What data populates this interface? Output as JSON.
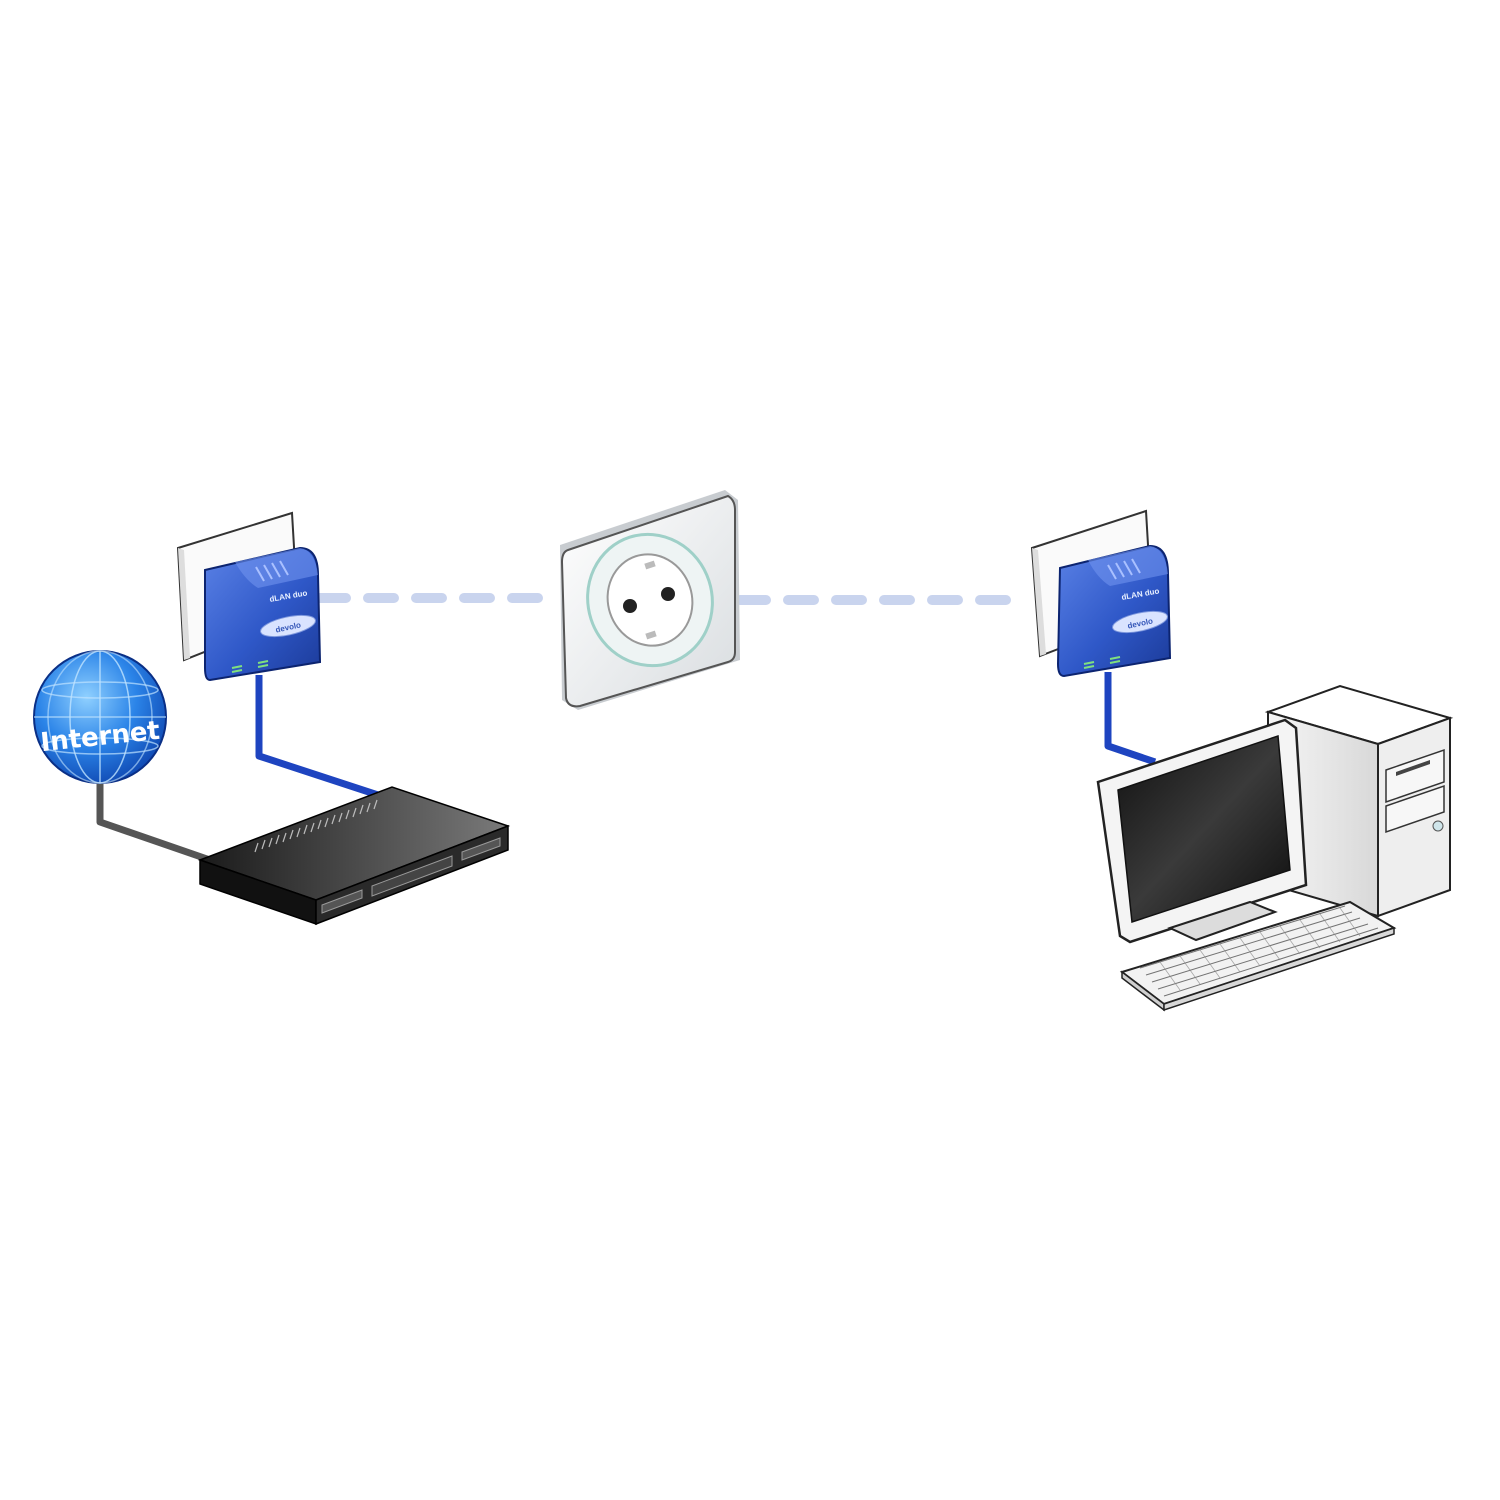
{
  "internet_label": "Internet",
  "adapter_left": {
    "model": "dLAN duo",
    "brand": "devolo"
  },
  "adapter_right": {
    "model": "dLAN duo",
    "brand": "devolo"
  },
  "colors": {
    "adapter_blue": "#2f58c8",
    "lan_cable": "#1e44c0",
    "powerline_dash": "#c9d4ee",
    "globe": "#1f63d6",
    "router": "#2a2a2a",
    "wan_cable": "#555555"
  },
  "icons": [
    "globe-icon",
    "router-icon",
    "powerline-adapter-icon",
    "wall-socket-icon",
    "desktop-computer-icon",
    "keyboard-icon"
  ]
}
